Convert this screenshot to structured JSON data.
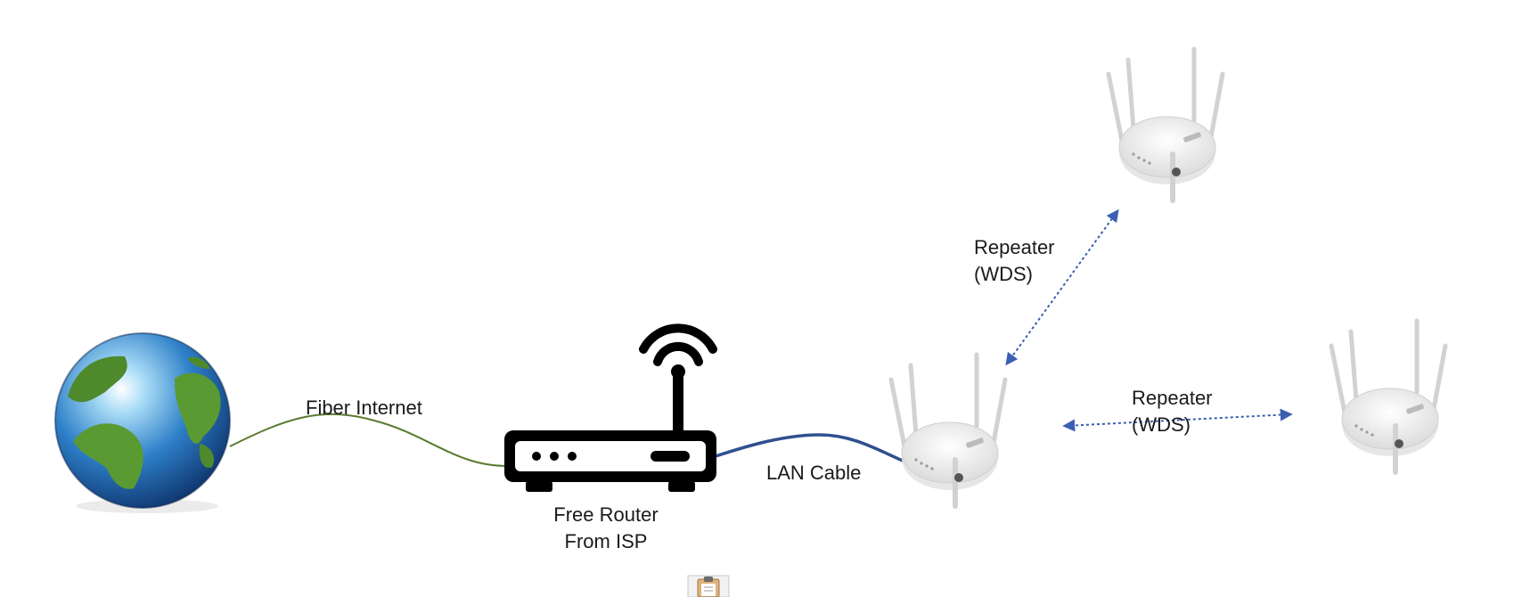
{
  "nodes": {
    "internet": {
      "icon": "globe-icon"
    },
    "router": {
      "icon": "wifi-router-icon",
      "label_line1": "Free Router",
      "label_line2": "From ISP"
    },
    "ap_main": {
      "icon": "access-point-icon"
    },
    "ap_top": {
      "icon": "access-point-icon"
    },
    "ap_right": {
      "icon": "access-point-icon"
    }
  },
  "links": {
    "fiber": {
      "label": "Fiber Internet",
      "color": "#5a7a2e"
    },
    "lan": {
      "label": "LAN Cable",
      "color": "#2f4f8f"
    },
    "wds_top": {
      "label_line1": "Repeater",
      "label_line2": "(WDS)",
      "color": "#3b5fb0"
    },
    "wds_right": {
      "label_line1": "Repeater",
      "label_line2": "(WDS)",
      "color": "#3b5fb0"
    }
  },
  "extras": {
    "clipboard": {
      "icon": "clipboard-icon"
    }
  }
}
